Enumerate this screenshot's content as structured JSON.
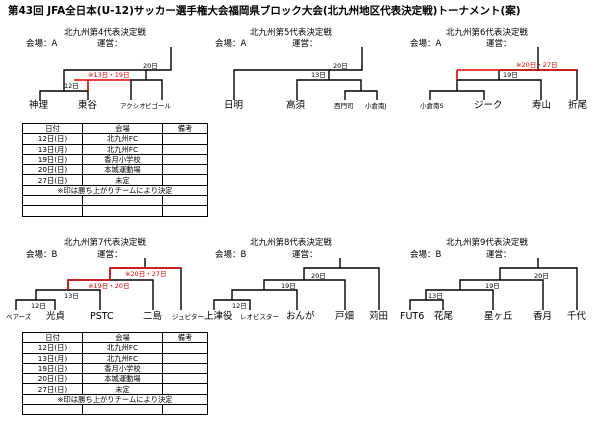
{
  "title": "第43回 JFA全日本(U-12)サッカー選手権大会福岡県ブロック大会(北九州地区代表決定戦)トーナメント(案)",
  "labels": {
    "venue_a": "会場：A",
    "venue_b": "会場：B",
    "operation": "運営："
  },
  "brackets": {
    "b4": {
      "title": "北九州第4代表決定戦",
      "note": "※13日・19日",
      "r_final": "20日",
      "r1": "12日",
      "teams": [
        "神理",
        "東谷",
        "アクシオ",
        "ピゴール"
      ]
    },
    "b5": {
      "title": "北九州第5代表決定戦",
      "r_final": "20日",
      "r2": "13日",
      "teams": [
        "日明",
        "高須",
        "西門司",
        "小倉南J"
      ]
    },
    "b6": {
      "title": "北九州第6代表決定戦",
      "note": "※20日・27日",
      "r2": "19日",
      "teams": [
        "小倉南S",
        "ジーク",
        "寿山",
        "折尾"
      ]
    },
    "b7": {
      "title": "北九州第7代表決定戦",
      "note1": "※20日・27日",
      "note2": "※19日・20日",
      "r2": "13日",
      "r1": "12日",
      "teams": [
        "ベアーズ",
        "光貞",
        "PSTC",
        "二島",
        "ジュピター"
      ]
    },
    "b8": {
      "title": "北九州第8代表決定戦",
      "r_final": "20日",
      "r2": "19日",
      "r1": "12日",
      "teams": [
        "上津役",
        "レオビスター",
        "おんが",
        "戸畑",
        "苅田"
      ]
    },
    "b9": {
      "title": "北九州第9代表決定戦",
      "r_final": "20日",
      "r2": "19日",
      "r1": "13日",
      "teams": [
        "FUT6",
        "花尾",
        "星ヶ丘",
        "香月",
        "千代"
      ]
    }
  },
  "schedule": {
    "headers": [
      "日付",
      "会場",
      "備考"
    ],
    "rows": [
      [
        "12日(日)",
        "北九州FC"
      ],
      [
        "13日(月)",
        "北九州FC"
      ],
      [
        "19日(日)",
        "香月小学校"
      ],
      [
        "20日(日)",
        "本城運動場"
      ],
      [
        "27日(日)",
        "未定"
      ]
    ],
    "note": "※印は勝ち上がりチームにより決定"
  }
}
